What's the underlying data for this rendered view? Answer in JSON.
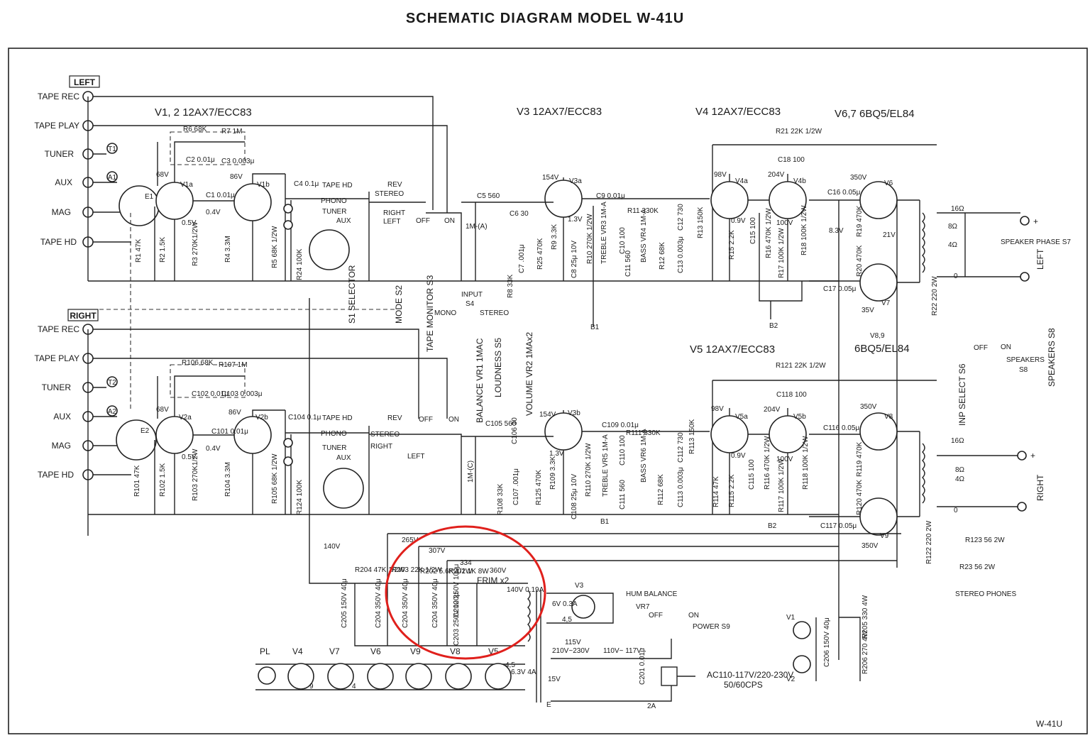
{
  "title": "SCHEMATIC DIAGRAM MODEL W-41U",
  "model_code": "W-41U",
  "highlight_color": "#e0201c",
  "channels": {
    "left": {
      "label": "LEFT"
    },
    "right": {
      "label": "RIGHT"
    }
  },
  "inputs": [
    "TAPE REC",
    "TAPE PLAY",
    "TUNER",
    "AUX",
    "MAG",
    "TAPE HD"
  ],
  "input_tags": {
    "tuner_left": "T1",
    "aux_left": "A1",
    "tuner_right": "T2",
    "aux_right": "A2"
  },
  "tube_headers": {
    "v12": "V1, 2  12AX7/ECC83",
    "v3": "V3  12AX7/ECC83",
    "v4": "V4  12AX7/ECC83",
    "v67": "V6,7  6BQ5/EL84",
    "v5": "V5  12AX7/ECC83",
    "v89_num": "V8,9",
    "v89": "6BQ5/EL84"
  },
  "tubes": {
    "v1a": "V1a",
    "v1b": "V1b",
    "v3a": "V3a",
    "v4a": "V4a",
    "v4b": "V4b",
    "v6": "V6",
    "v7": "V7",
    "v2a": "V2a",
    "v2b": "V2b",
    "v3b": "V3b",
    "v5a": "V5a",
    "v5b": "V5b",
    "v8": "V8",
    "v9": "V9",
    "v3_rect": "V3"
  },
  "components_left": {
    "r6": "R6 68K",
    "r7": "R7 1M",
    "c2": "C2 0.01μ",
    "c3": "C3 0.003μ",
    "r1": "R1 47K",
    "r2": "R2 1.5K",
    "r3": "R3 270K1/2W",
    "r4": "R4 3.3M",
    "r5": "R5 68K 1/2W",
    "c1": "C1 0.01μ",
    "c4": "C4 0.1μ",
    "r24": "R24 100K",
    "c5": "C5 560",
    "c6": "C6 30",
    "c7": "C7 .001μ",
    "r8": "R8 33K",
    "r25": "R25 470K",
    "r9": "R9 3.3K",
    "c8": "C8 25μ 10V",
    "r10": "R10 270K 1/2W",
    "c9": "C9 0.01μ",
    "r11": "R11 330K",
    "c10": "C10 100",
    "c11": "C11 560",
    "r12": "R12 68K",
    "c12": "C12 730",
    "c13": "C13 0.003μ",
    "r13": "R13 150K",
    "r21": "R21 22K 1/2W",
    "c18": "C18 100",
    "r15": "R15 2.2K",
    "c15": "C15 100",
    "r16": "R16 470K 1/2W",
    "r17": "R17 100K 1/2W",
    "r18": "R18 100K 1/2W",
    "c16": "C16 0.05μ",
    "r19": "R19 470K",
    "r20": "R20 470K",
    "c17": "C17 0.05μ",
    "r22": "R22 220 2W"
  },
  "components_right": {
    "r106": "R106 68K",
    "r107": "R107 1M",
    "c102": "C102 0.01μ",
    "c103": "C103 0.003μ",
    "r101": "R101 47K",
    "r102": "R102 1.5K",
    "r103": "R103 270K1/2W",
    "r104": "R104 3.3M",
    "r105": "R105 68K 1/2W",
    "c101": "C101 0.01μ",
    "c104": "C104 0.1μ",
    "r124": "R124 100K",
    "c105": "C105 560",
    "c106": "C106 30",
    "c107": "C107 .001μ",
    "r108": "R108 33K",
    "r125": "R125 470K",
    "r109": "R109 3.3K",
    "c108": "C108 25μ 10V",
    "r110": "R110 270K 1/2W",
    "c109": "C109 0.01μ",
    "r111": "R111 330K",
    "c110": "C110 100",
    "c111": "C111 560",
    "r112": "R112 68K",
    "c112": "C112 730",
    "c113": "C113 0.003μ",
    "r113": "R113 150K",
    "r121": "R121 22K 1/2W",
    "c118": "C118 100",
    "r114": "R114 47K",
    "r115": "R115 2.2K",
    "c115": "C115 100",
    "r116": "R116 470K 1/2W",
    "r117": "R117 100K 1/2W",
    "r118": "R118 100K 1/2W",
    "c116": "C116 0.05μ",
    "r119": "R119 470K",
    "r120": "R120 470K",
    "c117": "C117 0.05μ",
    "r122": "R122 220 2W"
  },
  "voltages": {
    "v68": "68V",
    "v86": "86V",
    "v154": "154V",
    "v98": "98V",
    "v204": "204V",
    "v350": "350V",
    "v05": "0.5V",
    "v04": "0.4V",
    "v13": "1.3V",
    "v09": "0.9V",
    "v100": "100V",
    "v83": "8.3V",
    "v21": "21V",
    "v35": "35V",
    "b140": "140V",
    "b265": "265V",
    "b307": "307V",
    "b334": "334",
    "b360": "360V"
  },
  "switches": {
    "s1": "S1 SELECTOR",
    "s2": "MODE S2",
    "s3": "TAPE MONITOR S3",
    "s4_title": "INPUT",
    "s4": "S4",
    "mono": "MONO",
    "stereo": "STEREO",
    "s5": "LOUDNESS S5",
    "s6": "INP SELECT S6",
    "s7": "SPEAKER PHASE S7",
    "s8": "SPEAKERS S8",
    "s9": "POWER S9",
    "tape_hd": "TAPE HD",
    "phono": "PHONO",
    "tuner": "TUNER",
    "aux": "AUX",
    "rev": "REV",
    "stereo_sw": "STEREO",
    "right": "RIGHT",
    "left": "LEFT",
    "off": "OFF",
    "on": "ON"
  },
  "controls": {
    "balance": "BALANCE VR1 1MAC",
    "volume": "VOLUME VR2 1MAx2",
    "treble": "TREBLE VR3 1M-A",
    "bass": "BASS VR4 1M-A",
    "treble_r": "TREBLE VR5 1M-A",
    "bass_r": "BASS VR6 1M-A",
    "im_a": "1M-(A)",
    "im_c": "1M-(C)",
    "hum": "HUM BALANCE",
    "vr7": "VR7"
  },
  "outputs": {
    "ohm16": "16Ω",
    "ohm8": "8Ω",
    "ohm4": "4Ω",
    "zero": "0",
    "speakers": "SPEAKERS",
    "left_out": "LEFT",
    "right_out": "RIGHT",
    "r123": "R123 56 2W",
    "r23": "R23 56 2W",
    "phones": "STEREO PHONES",
    "plus": "+"
  },
  "power_supply": {
    "r204": "R204 47K 1/2W",
    "r203": "R203 22K 1/2W",
    "r202": "R202 5.6K 1/2W",
    "r201": "R201 1K 8W",
    "frim": "FRIM x2",
    "c205": "C205 150V 40μ",
    "c204a": "C204 350V 40μ",
    "c204b": "C204 350V 40μ",
    "c204c": "C204 350V 40μ",
    "c202": "C202 250V 100μ",
    "c203": "C203 250V 100μ",
    "sec_hv": "140V 0.19A",
    "sec_6v": "6V 0.3A",
    "pins45": "4,5",
    "v3": "V3",
    "mains": "AC110-117V/220-230V",
    "hz": "50/60CPS",
    "fuse": "2A",
    "v115": "115V",
    "v210": "210V~230V",
    "v110": "110V~ 117V",
    "v15": "15V",
    "c201": "C201 0.01μ",
    "e": "E",
    "off": "OFF",
    "on": "ON",
    "v1": "V1",
    "v2": "V2",
    "c206": "C206 150V 40μ",
    "r205": "R205 330 4W",
    "r206": "R206 270 4W"
  },
  "heaters": {
    "pl": "PL",
    "tubes": [
      "V4",
      "V7",
      "V6",
      "V9",
      "V8",
      "V5"
    ],
    "rating": "6.3V 4A",
    "pin45": "4,5",
    "pin9": "9",
    "pin4": "4"
  },
  "nodes": {
    "b1": "B1",
    "b2": "B2"
  }
}
